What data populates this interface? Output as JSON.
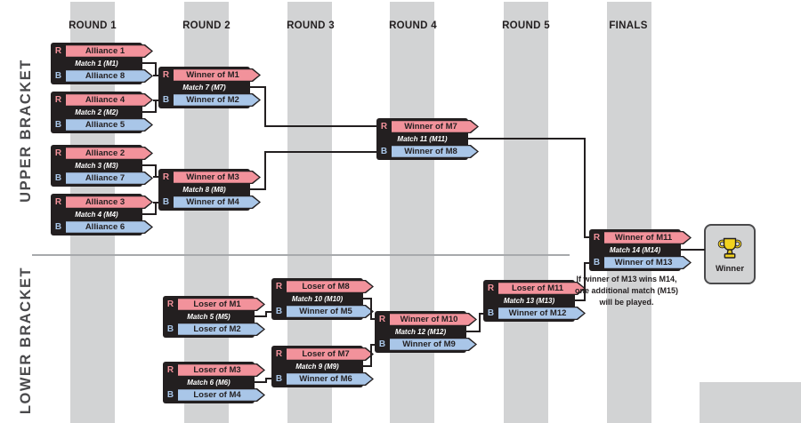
{
  "headers": [
    {
      "label": "ROUND 1"
    },
    {
      "label": "ROUND 2"
    },
    {
      "label": "ROUND 3"
    },
    {
      "label": "ROUND 4"
    },
    {
      "label": "ROUND 5"
    },
    {
      "label": "FINALS"
    }
  ],
  "bracket_labels": {
    "upper": "UPPER BRACKET",
    "lower": "LOWER BRACKET"
  },
  "legend": {
    "red_letter": "R",
    "blue_letter": "B"
  },
  "matches": [
    {
      "red": "Alliance 1",
      "label": "Match 1 (M1)",
      "blue": "Alliance 8"
    },
    {
      "red": "Alliance 4",
      "label": "Match 2 (M2)",
      "blue": "Alliance 5"
    },
    {
      "red": "Alliance 2",
      "label": "Match 3 (M3)",
      "blue": "Alliance 7"
    },
    {
      "red": "Alliance 3",
      "label": "Match 4 (M4)",
      "blue": "Alliance 6"
    },
    {
      "red": "Winner of M1",
      "label": "Match 7 (M7)",
      "blue": "Winner of M2"
    },
    {
      "red": "Winner of M3",
      "label": "Match 8 (M8)",
      "blue": "Winner of M4"
    },
    {
      "red": "Winner of M7",
      "label": "Match 11 (M11)",
      "blue": "Winner of M8"
    },
    {
      "red": "Winner of M11",
      "label": "Match 14 (M14)",
      "blue": "Winner of M13"
    },
    {
      "red": "Loser of M1",
      "label": "Match 5 (M5)",
      "blue": "Loser of M2"
    },
    {
      "red": "Loser of M3",
      "label": "Match 6 (M6)",
      "blue": "Loser of M4"
    },
    {
      "red": "Loser of M8",
      "label": "Match 10 (M10)",
      "blue": "Winner of M5"
    },
    {
      "red": "Loser of M7",
      "label": "Match 9 (M9)",
      "blue": "Winner of M6"
    },
    {
      "red": "Winner of M10",
      "label": "Match 12 (M12)",
      "blue": "Winner of M9"
    },
    {
      "red": "Loser of M11",
      "label": "Match 13 (M13)",
      "blue": "Winner of M12"
    }
  ],
  "finals_note": "If winner of M13 wins M14, one additional match (M15) will be played.",
  "winner": {
    "label": "Winner",
    "icon": "trophy-icon"
  },
  "colors": {
    "red_banner": "#F2929B",
    "blue_banner": "#A9C6E8",
    "black": "#231F20",
    "stripe": "#D2D3D4",
    "trophy_yellow": "#F2D21F"
  }
}
